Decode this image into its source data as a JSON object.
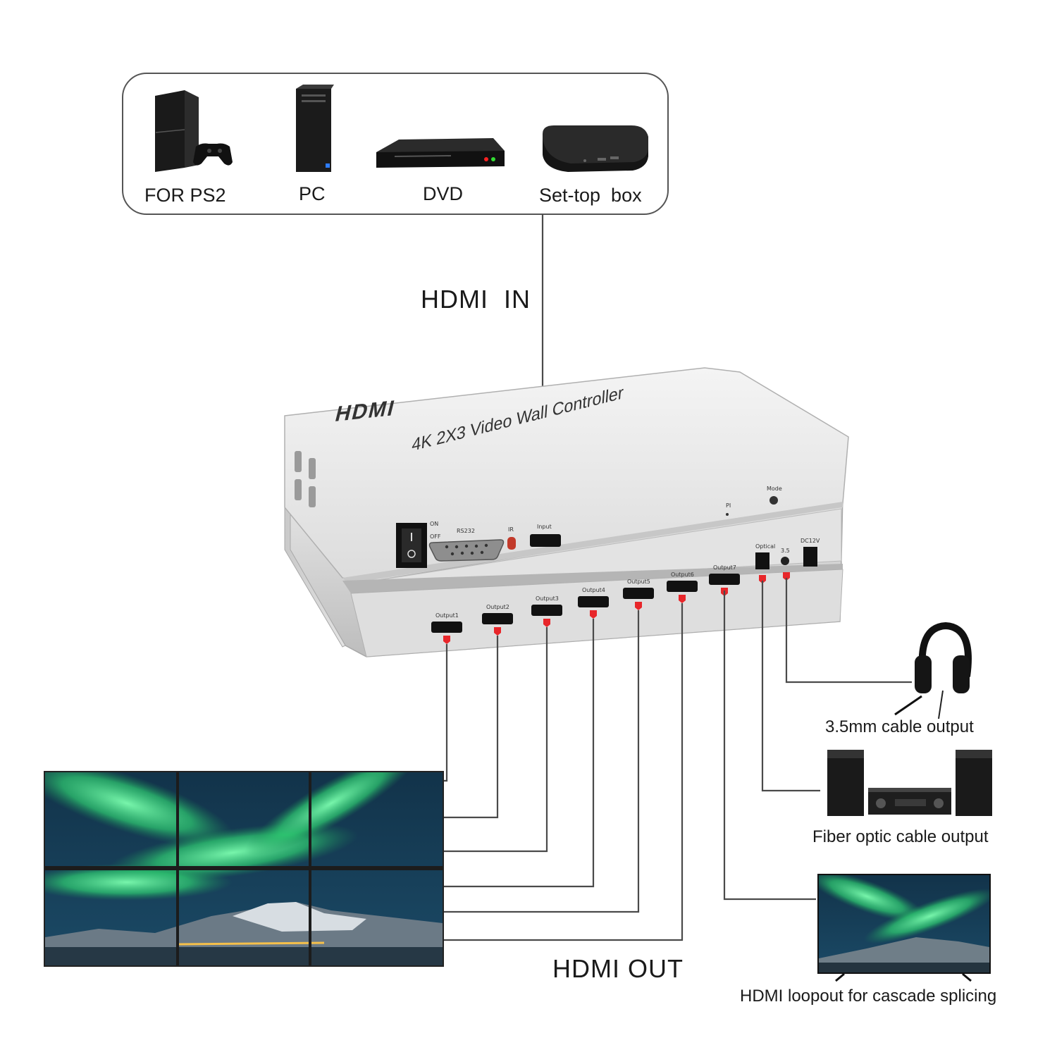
{
  "sources": {
    "items": [
      {
        "label": "FOR PS2",
        "icon": "game-console-icon"
      },
      {
        "label": "PC",
        "icon": "pc-tower-icon"
      },
      {
        "label": "DVD",
        "icon": "dvd-player-icon"
      },
      {
        "label": "Set-top  box",
        "icon": "set-top-box-icon"
      }
    ]
  },
  "hdmi_in_label": "HDMI  IN",
  "device": {
    "logo": "HDMI",
    "title": "4K 2X3 Video Wall Controller",
    "power_on": "ON",
    "power_off": "OFF",
    "rs232": "RS232",
    "ir": "IR",
    "input": "Input",
    "pi": "PI",
    "mode": "Mode",
    "optical": "Optical",
    "audio": "3.5",
    "dc": "DC12V",
    "outputs": [
      "Output1",
      "Output2",
      "Output3",
      "Output4",
      "Output5",
      "Output6",
      "Output7"
    ]
  },
  "hdmi_out_label": "HDMI OUT",
  "outputs_right": {
    "headphone_label": "3.5mm cable output",
    "fiber_label": "Fiber optic cable output",
    "loopout_label": "HDMI loopout for cascade splicing"
  },
  "colors": {
    "connector_red": "#e8262a",
    "device_body": "#d9d9d9",
    "aurora_green": "#3fd27a",
    "sky_dark": "#0d2a3e"
  }
}
